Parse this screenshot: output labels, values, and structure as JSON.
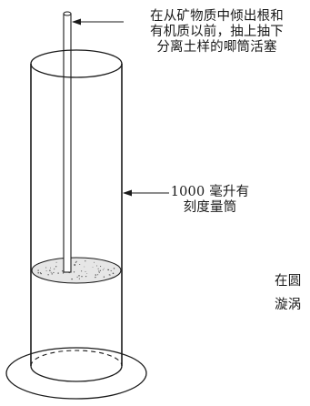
{
  "annotations": {
    "plunger": {
      "lines": [
        "在从矿物质中倾出根和",
        "有机质以前，抽上抽下",
        "分离土样的唧筒活塞"
      ]
    },
    "cylinder": {
      "lines": [
        "1000 毫升有",
        "刻度量筒"
      ]
    },
    "margin_cutoff": {
      "lines": [
        "在圆",
        "漩涡"
      ]
    }
  },
  "colors": {
    "ink": "#1a1a1a",
    "paper": "#ffffff",
    "liquid_surface": "#e6e6e6",
    "stipple": "#555555"
  }
}
